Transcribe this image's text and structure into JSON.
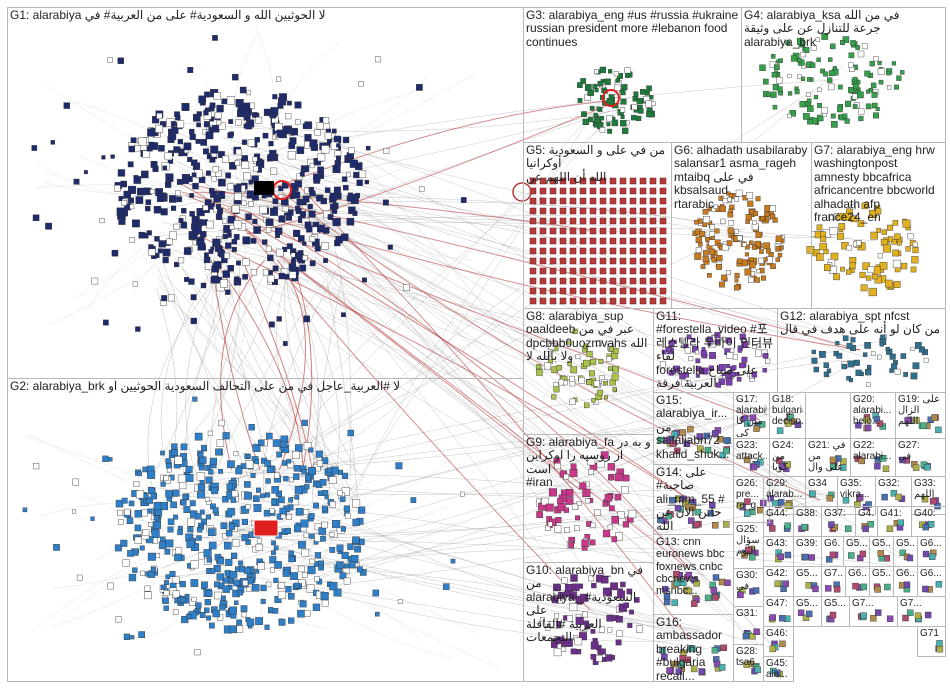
{
  "groups": [
    {
      "id": "g1",
      "label": "G1: alarabiya لا الحوثيين الله و السعودية# على من العربية# في"
    },
    {
      "id": "g2",
      "label": "G2: alarabiya_brk لا #العربية_عاجل في من على التحالف السعودية الحوثيين أو"
    },
    {
      "id": "g3",
      "label": "G3: alarabiya_eng #us #russia #ukraine\nrussian president more #lebanon food\ncontinues"
    },
    {
      "id": "g4",
      "label": "G4: alarabiya_ksa في من الله\nجرعة للتنازل عن على وثيقة alarabiya_brk"
    },
    {
      "id": "g5",
      "label": "G5: من في على و السعودية أوكرانيا\nالله أن اللهم عن"
    },
    {
      "id": "g6",
      "label": "G6: alhadath usabilaraby\nsalansar1 asma_rageh\nmtaibq في على kbsalsaud\nrtarabic"
    },
    {
      "id": "g7",
      "label": "G7: alarabiya_eng hrw\nwashingtonpost\namnesty bbcafrica\nafricancentre bbcworld\nalhadath afp\nfrance24_en"
    },
    {
      "id": "g8",
      "label": "G8: alarabiya_sup\noaaldeeb عبر في من\ndpcbbb0uozmvahs الله\nولا بالله لا"
    },
    {
      "id": "g9",
      "label": "G9: alarabiya_fa و به در\nاز روسیه را اوکراین است\n#iran"
    },
    {
      "id": "g10",
      "label": "G10: alarabiya_bn في من\nalarabiya_ #السعودية على\nالعربية #القافلة التجمعات"
    },
    {
      "id": "g11",
      "label": "G11: #forestella_video #포\n레스텔라 두바이 인터뷰 لقاء\nforestella على صباح العربية فرقة"
    },
    {
      "id": "g12",
      "label": "G12: alarabiya_spt nfcst\nمن كان لو أنه على هدف في قال"
    },
    {
      "id": "g13",
      "label": "G13: cnn\neuronews bbc\nfoxnews cnbc\ncbcnews\nmsnbc..."
    },
    {
      "id": "g14",
      "label": "G14: على\n#صاحبة\nali_mm_55 #\nحانن الان عن\nالله"
    },
    {
      "id": "g15",
      "label": "G15:\nalarabiya_ir...\nمن\nsaifaljabri72\nkhalid_shuk..."
    },
    {
      "id": "g16",
      "label": "G16:\nambassador\nbreaking\n#bulgaria\nrecall..."
    },
    {
      "id": "g17",
      "label": "G17:\nalarabiya_ur\nمیں کا کی"
    },
    {
      "id": "g18",
      "label": "G18:\nbulgaria\ndeciso..."
    },
    {
      "id": "g19",
      "label": "G19: على\nالزال\nاللهم"
    },
    {
      "id": "g20",
      "label": "G20:\nalarabi...\nhelo..."
    },
    {
      "id": "g21",
      "label": "G21: في من\nعلى وال"
    },
    {
      "id": "g22",
      "label": "G22:\nalarabi..."
    },
    {
      "id": "g23",
      "label": "G23:\nattack..."
    },
    {
      "id": "g24",
      "label": "G24:\nمن كوبا"
    },
    {
      "id": "g25",
      "label": "G25:\nسؤال\nاليوم"
    },
    {
      "id": "g26",
      "label": "G26:\npre...\nre_g..."
    },
    {
      "id": "g27",
      "label": "G27:\nفي"
    },
    {
      "id": "g28",
      "label": "G28:\ntsa6..."
    },
    {
      "id": "g29",
      "label": "G29:\nalarab..."
    },
    {
      "id": "g30",
      "label": "G30:\nفي"
    },
    {
      "id": "g31",
      "label": "G31:"
    },
    {
      "id": "g32",
      "label": "G32:"
    },
    {
      "id": "g33",
      "label": "G33:\nاللهم"
    },
    {
      "id": "g34",
      "label": "G34"
    },
    {
      "id": "g35",
      "label": "G35:\nvikra..."
    },
    {
      "id": "g37",
      "label": "G37:"
    },
    {
      "id": "g38",
      "label": "G38:"
    },
    {
      "id": "g39",
      "label": "G39:"
    },
    {
      "id": "g40",
      "label": "G40:"
    },
    {
      "id": "g41",
      "label": "G41:"
    },
    {
      "id": "g42",
      "label": "G42:"
    },
    {
      "id": "g43",
      "label": "G43:"
    },
    {
      "id": "g44",
      "label": "G44:"
    },
    {
      "id": "g45",
      "label": "G45:\nala..."
    },
    {
      "id": "g46",
      "label": "G46:"
    },
    {
      "id": "g47",
      "label": "G47:"
    },
    {
      "id": "g48",
      "label": "G5..."
    },
    {
      "id": "g49",
      "label": "G6..."
    },
    {
      "id": "g50",
      "label": "G5..."
    },
    {
      "id": "g51",
      "label": "G4..."
    },
    {
      "id": "g52",
      "label": "G5..."
    },
    {
      "id": "g53",
      "label": "G6..."
    },
    {
      "id": "g54",
      "label": "G5..."
    },
    {
      "id": "g55",
      "label": "G7..."
    },
    {
      "id": "g56",
      "label": "G6..."
    },
    {
      "id": "g57",
      "label": "G5..."
    },
    {
      "id": "g58",
      "label": "G6..."
    },
    {
      "id": "g59",
      "label": "G6..."
    },
    {
      "id": "g60",
      "label": "G5..."
    },
    {
      "id": "g61",
      "label": "G5..."
    },
    {
      "id": "g62",
      "label": "G7..."
    },
    {
      "id": "g63",
      "label": "G7..."
    },
    {
      "id": "g64",
      "label": "G71"
    }
  ],
  "colors": {
    "grid_border": "#b9b9b9",
    "g1_nodes": "#1f2a6b",
    "g2_nodes": "#2f7fc8",
    "g3_nodes": "#1e7a3a",
    "g4_nodes": "#35a04a",
    "g5_nodes": "#b23b3b",
    "g6_nodes": "#c77a1e",
    "g7_nodes": "#e0b020",
    "g8_nodes": "#a8c24a",
    "g9_nodes": "#c8388a",
    "g10_nodes": "#6b2f8a",
    "g11_nodes": "#7b3fb0",
    "g12_nodes": "#2f6f8f",
    "edge": "#9a9a9a",
    "edge_red": "#b03030"
  }
}
